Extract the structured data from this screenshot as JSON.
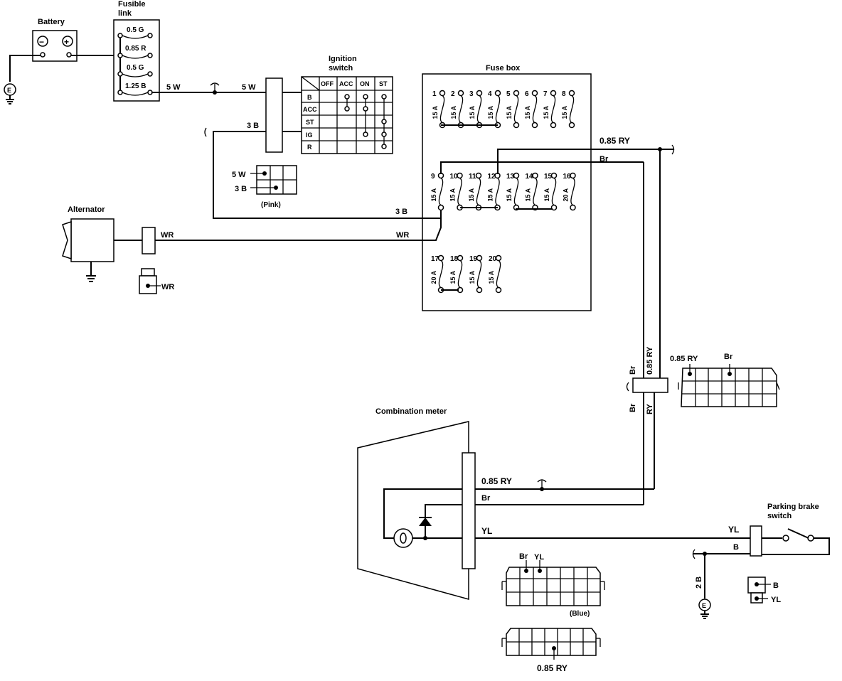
{
  "labels": {
    "battery": "Battery",
    "fusible_link_1": "Fusible",
    "fusible_link_2": "link",
    "ignition_switch_1": "Ignition",
    "ignition_switch_2": "switch",
    "fuse_box": "Fuse box",
    "alternator": "Alternator",
    "combination_meter": "Combination meter",
    "parking_brake_1": "Parking brake",
    "parking_brake_2": "switch",
    "pink": "(Pink)",
    "blue": "(Blue)"
  },
  "fusible_link_ratings": [
    "0.5 G",
    "0.85 R",
    "0.5 G",
    "1.25 B"
  ],
  "ignition_switch": {
    "columns": [
      "OFF",
      "ACC",
      "ON",
      "ST"
    ],
    "rows": [
      "B",
      "ACC",
      "ST",
      "IG",
      "R"
    ]
  },
  "fuses": {
    "row1": [
      {
        "num": "1",
        "rating": "15 A"
      },
      {
        "num": "2",
        "rating": "15 A"
      },
      {
        "num": "3",
        "rating": "15 A"
      },
      {
        "num": "4",
        "rating": "15 A"
      },
      {
        "num": "5",
        "rating": "15 A"
      },
      {
        "num": "6",
        "rating": "15 A"
      },
      {
        "num": "7",
        "rating": "15 A"
      },
      {
        "num": "8",
        "rating": "15 A"
      }
    ],
    "row2": [
      {
        "num": "9",
        "rating": "15 A"
      },
      {
        "num": "10",
        "rating": "15 A"
      },
      {
        "num": "11",
        "rating": "15 A"
      },
      {
        "num": "12",
        "rating": "15 A"
      },
      {
        "num": "13",
        "rating": "15 A"
      },
      {
        "num": "14",
        "rating": "15 A"
      },
      {
        "num": "15",
        "rating": "15 A"
      },
      {
        "num": "16",
        "rating": "20 A"
      }
    ],
    "row3": [
      {
        "num": "17",
        "rating": "20 A"
      },
      {
        "num": "18",
        "rating": "15 A"
      },
      {
        "num": "19",
        "rating": "15 A"
      },
      {
        "num": "20",
        "rating": "15 A"
      }
    ]
  },
  "wires": {
    "w5w_a": "5 W",
    "w5w_b": "5 W",
    "w3b_a": "3 B",
    "w3b_b": "3 B",
    "pink_5w": "5 W",
    "pink_3b": "3 B",
    "wr_a": "WR",
    "wr_b": "WR",
    "wr_c": "WR",
    "ry_fuse": "0.85 RY",
    "br_fuse": "Br",
    "br_conn_top": "Br",
    "ry_conn_top": "0.85 RY",
    "br_conn_bottom": "Br",
    "ry_conn_bottom": "RY",
    "grey_conn_ry": "0.85 RY",
    "grey_conn_br": "Br",
    "meter_ry": "0.85 RY",
    "meter_br": "Br",
    "meter_yl": "YL",
    "pb_yl": "YL",
    "pb_b": "B",
    "ground_2b": "2 B",
    "pb_conn_b": "B",
    "pb_conn_yl": "YL",
    "blue_br": "Br",
    "blue_yl": "YL",
    "bottom_ry": "0.85 RY"
  },
  "ground_label": "E",
  "battery_minus": "−",
  "battery_plus": "+"
}
